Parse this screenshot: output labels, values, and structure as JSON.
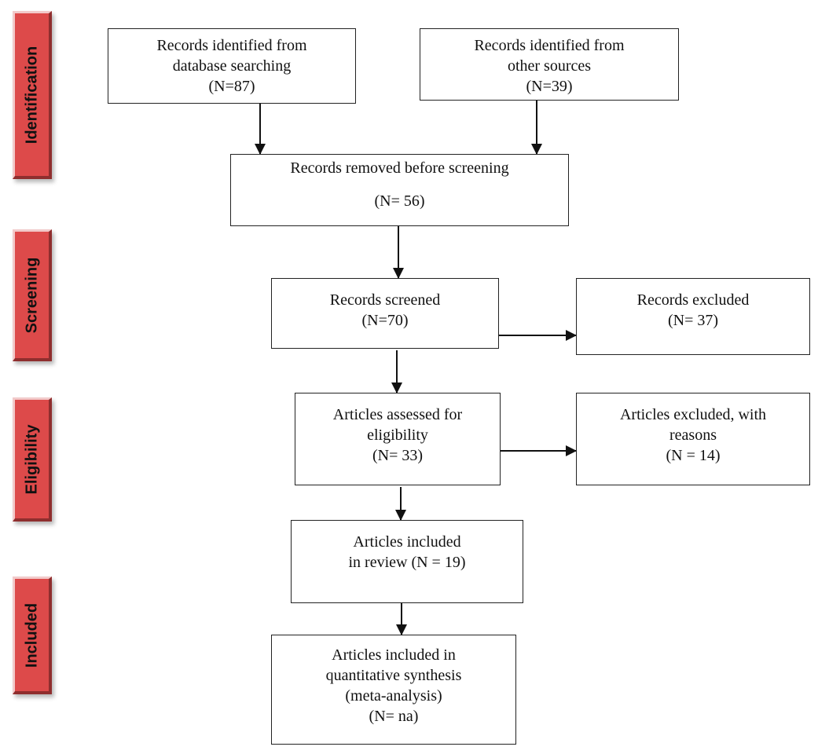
{
  "phases": {
    "identification": "Identification",
    "screening": "Screening",
    "eligibility": "Eligibility",
    "included": "Included"
  },
  "boxes": {
    "database_search": {
      "line1": "Records identified from",
      "line2": "database searching",
      "line3": "(N=87)"
    },
    "other_sources": {
      "line1": "Records identified from",
      "line2": "other sources",
      "line3": "(N=39)"
    },
    "removed_before_screening": {
      "line1": "Records removed before screening",
      "line2": "(N= 56)"
    },
    "screened": {
      "line1": "Records screened",
      "line2": "(N=70)"
    },
    "excluded_records": {
      "line1": "Records excluded",
      "line2": "(N= 37)"
    },
    "assessed_eligibility": {
      "line1": "Articles assessed for",
      "line2": "eligibility",
      "line3": "(N= 33)"
    },
    "excluded_articles": {
      "line1": "Articles excluded, with",
      "line2": "reasons",
      "line3": "(N = 14)"
    },
    "included_review": {
      "line1": "Articles included",
      "line2": "in review (N = 19)"
    },
    "included_quantitative": {
      "line1": "Articles included in",
      "line2": "quantitative synthesis",
      "line3": "(meta-analysis)",
      "line4": "(N= na)"
    }
  }
}
